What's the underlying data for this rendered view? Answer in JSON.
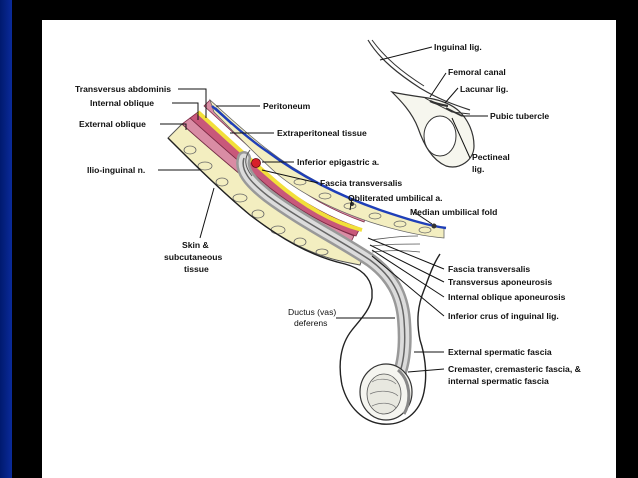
{
  "colors": {
    "background": "#000000",
    "left_bar": "#0a2a9a",
    "panel": "#ffffff",
    "peritoneum": "#1f3fb8",
    "muscle": "#c85a7a",
    "fascia_yellow": "#f2e03a",
    "fat": "#f3eec0",
    "vessel": "#d8202a"
  },
  "labels": {
    "inguinal_lig": "Inguinal lig.",
    "femoral_canal": "Femoral canal",
    "lacunar_lig": "Lacunar lig.",
    "pubic_tubercle": "Pubic tubercle",
    "pectineal_lig_1": "Pectineal",
    "pectineal_lig_2": "lig.",
    "transversus_abdominis": "Transversus abdominis",
    "internal_oblique": "Internal oblique",
    "external_oblique": "External oblique",
    "ilio_inguinal": "Ilio-inguinal n.",
    "peritoneum": "Peritoneum",
    "extraperitoneal": "Extraperitoneal tissue",
    "inferior_epigastric": "Inferior epigastric a.",
    "fascia_transversalis_top": "Fascia transversalis",
    "obliterated_umbilical": "Obliterated umbilical a.",
    "median_umbilical_fold": "Median umbilical fold",
    "skin_1": "Skin &",
    "skin_2": "subcutaneous",
    "skin_3": "tissue",
    "fascia_transversalis_right": "Fascia transversalis",
    "transversus_aponeurosis": "Transversus aponeurosis",
    "internal_oblique_aponeurosis": "Internal oblique aponeurosis",
    "inferior_crus": "Inferior crus of inguinal lig.",
    "ductus_1": "Ductus (vas)",
    "ductus_2": "deferens",
    "external_spermatic": "External spermatic fascia",
    "cremaster_1": "Cremaster, cremasteric fascia, &",
    "cremaster_2": "internal spermatic fascia"
  }
}
